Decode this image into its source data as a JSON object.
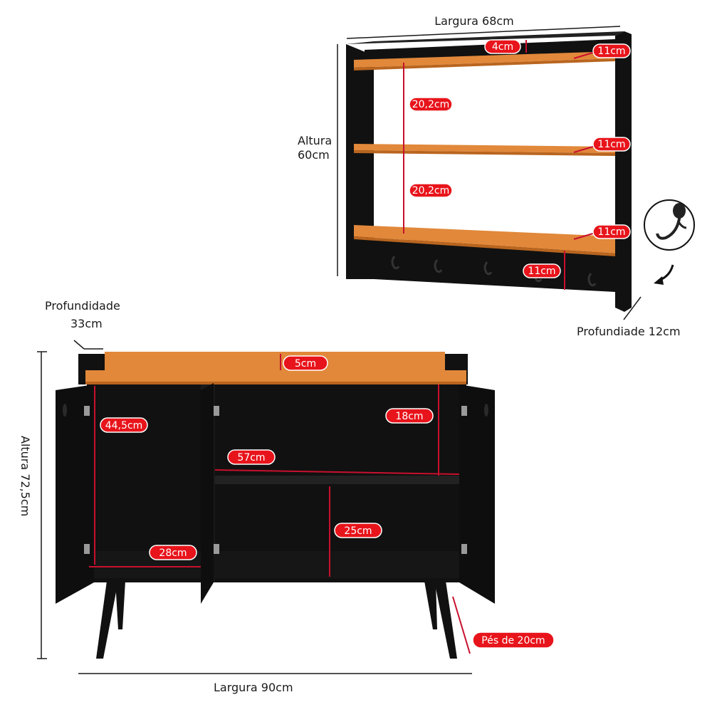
{
  "colors": {
    "furniture": "#111111",
    "wood": "#e1883a",
    "wood_dark": "#b9651f",
    "label_red": "#e8141b",
    "line_red": "#c8102e"
  },
  "shelf": {
    "width_label": "Largura 68cm",
    "height_label_line1": "Altura",
    "height_label_line2": "60cm",
    "depth_label": "Profundiade 12cm",
    "top_lip": "4cm",
    "gap_upper": "20,2cm",
    "gap_lower": "20,2cm",
    "shelf_top": "11cm",
    "shelf_mid": "11cm",
    "shelf_bottom": "11cm",
    "hook_board": "11cm",
    "hook_icon": "coat-hook-icon"
  },
  "cabinet": {
    "depth_label_line1": "Profundidade",
    "depth_label_line2": "33cm",
    "height_label": "Altura 72,5cm",
    "width_label": "Largura 90cm",
    "top_lip": "5cm",
    "left_height": "44,5cm",
    "right_upper": "18cm",
    "shelf_width": "57cm",
    "left_width": "28cm",
    "right_lower": "25cm",
    "feet": "Pés de 20cm"
  }
}
